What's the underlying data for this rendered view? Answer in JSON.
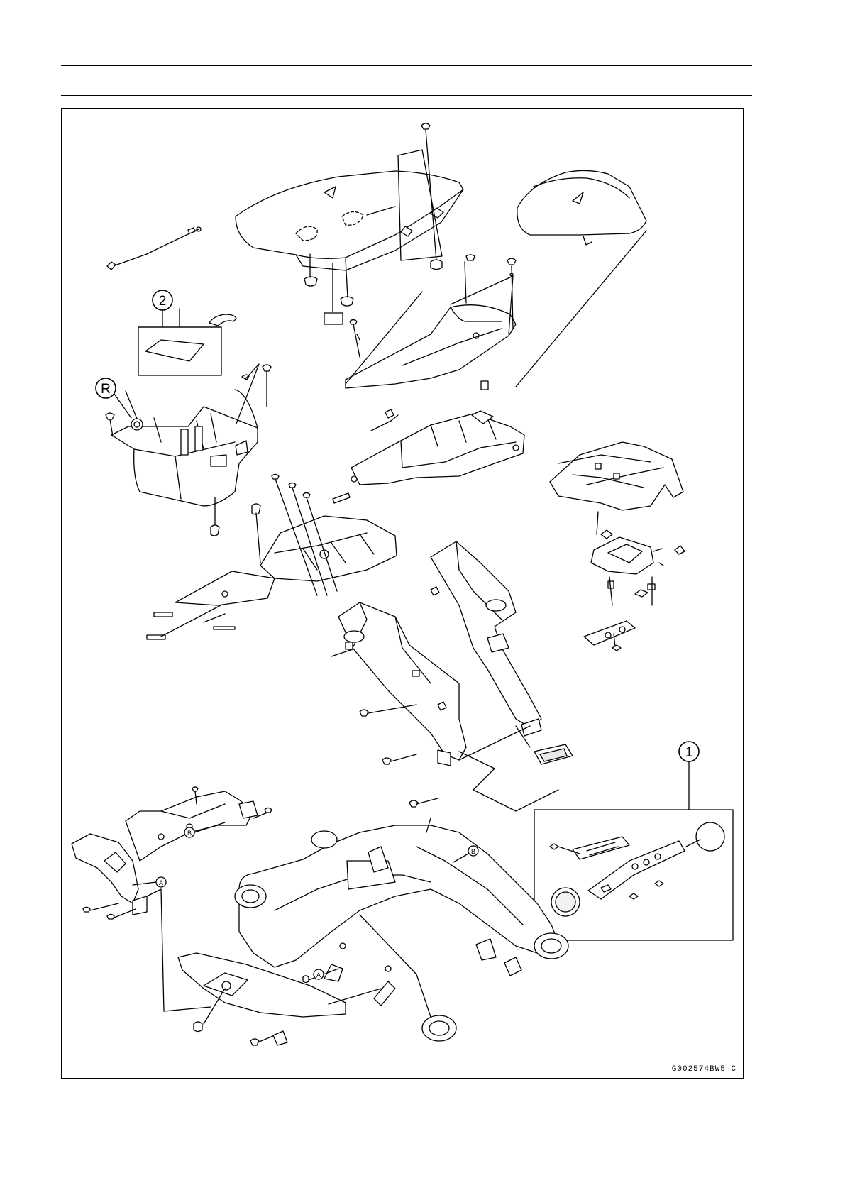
{
  "figure": {
    "code": "G002574BW5 C",
    "callouts": {
      "c1": "1",
      "c2": "2",
      "cR": "R",
      "cA": "A",
      "cB": "B"
    }
  },
  "colors": {
    "line": "#000000",
    "paper": "#ffffff",
    "light": "#f2f2f2"
  }
}
